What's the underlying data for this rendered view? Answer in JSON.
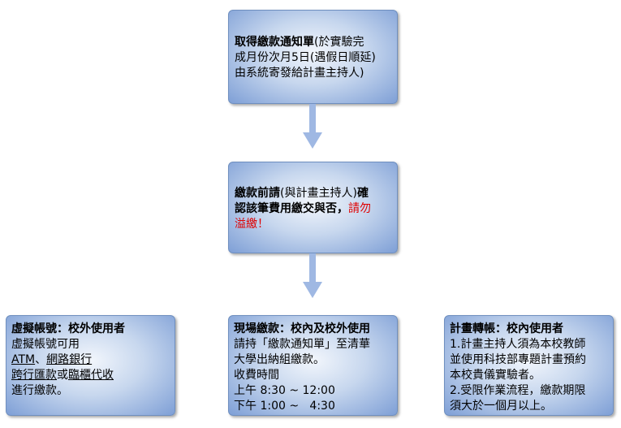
{
  "box1": {
    "line1_bold": "取得繳款通知單",
    "line1_rest": "(於實驗完",
    "line2": "成月份次月5日(遇假日順延)",
    "line3": "由系統寄發給計畫主持人)"
  },
  "box2": {
    "bold1": "繳款前請",
    "rest1": "(與計畫主持人)",
    "bold1b": "確",
    "bold2": "認該筆費用繳交與否，",
    "red2": "請勿",
    "red3": "溢繳！"
  },
  "box3": {
    "title": "虛擬帳號：校外使用者",
    "line1": "虛擬帳號可用",
    "atm": "ATM",
    "sep1": "、",
    "online": "網路銀行",
    "transfer": "跨行匯款",
    "or": "或",
    "counter": "臨櫃代收",
    "line4": "進行繳款。"
  },
  "box4": {
    "title": "現場繳款：校內及校外使用",
    "line1": "請持「繳款通知單」至清華",
    "line2": "大學出納組繳款。",
    "line3": "收費時間",
    "line4": "上午 8:30 ~ 12:00",
    "line5": "下午 1:00 ~   4:30"
  },
  "box5": {
    "title": "計畫轉帳：校內使用者",
    "line1": "1.計畫主持人須為本校教師",
    "line2": "並使用科技部專題計畫預約",
    "line3": "本校貴儀實驗者。",
    "line4": "2.受限作業流程，繳款期限",
    "line5": "須大於一個月以上。"
  },
  "colors": {
    "arrow": "#9fb8e3",
    "box_border": "#6f8fbf",
    "warning": "#e00000"
  }
}
